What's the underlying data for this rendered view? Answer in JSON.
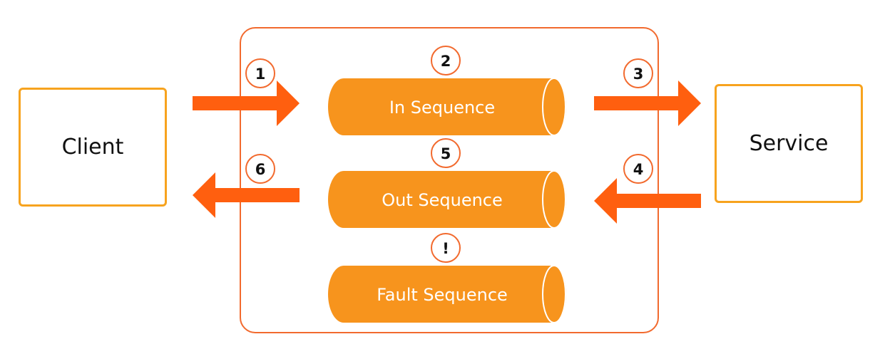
{
  "colors": {
    "arrow": "#FF5F0F",
    "frame": "#F26A2E",
    "endpoint_border": "#F7A31E",
    "sequence_fill": "#F7941D",
    "sequence_text": "#ffffff"
  },
  "endpoints": {
    "client": {
      "label": "Client"
    },
    "service": {
      "label": "Service"
    }
  },
  "sequences": {
    "in": {
      "label": "In Sequence"
    },
    "out": {
      "label": "Out Sequence"
    },
    "fault": {
      "label": "Fault Sequence"
    }
  },
  "steps": {
    "s1": "1",
    "s2": "2",
    "s3": "3",
    "s4": "4",
    "s5": "5",
    "s6": "6",
    "fault": "!"
  }
}
